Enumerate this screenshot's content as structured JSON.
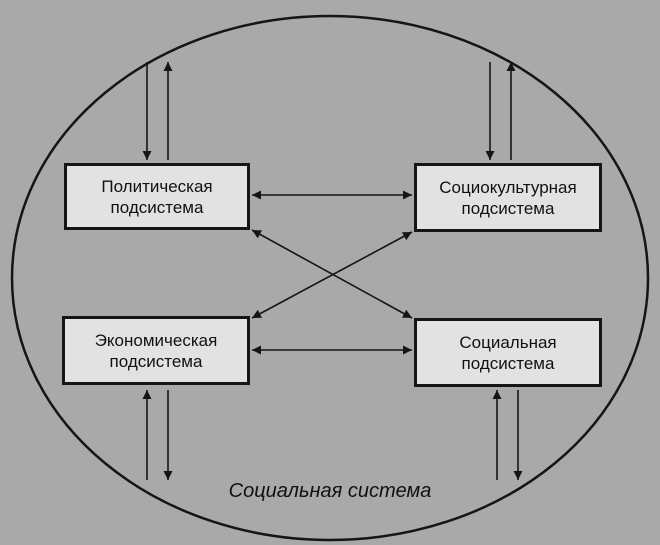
{
  "diagram": {
    "system_label": "Социальная система",
    "subsystems": {
      "political": {
        "line1": "Политическая",
        "line2": "подсистема"
      },
      "sociocultural": {
        "line1": "Социокультурная",
        "line2": "подсистема"
      },
      "economic": {
        "line1": "Экономическая",
        "line2": "подсистема"
      },
      "social": {
        "line1": "Социальная",
        "line2": "подсистема"
      }
    }
  },
  "colors": {
    "background": "#a9a9a9",
    "box_fill": "#e2e2e2",
    "stroke": "#151515"
  }
}
